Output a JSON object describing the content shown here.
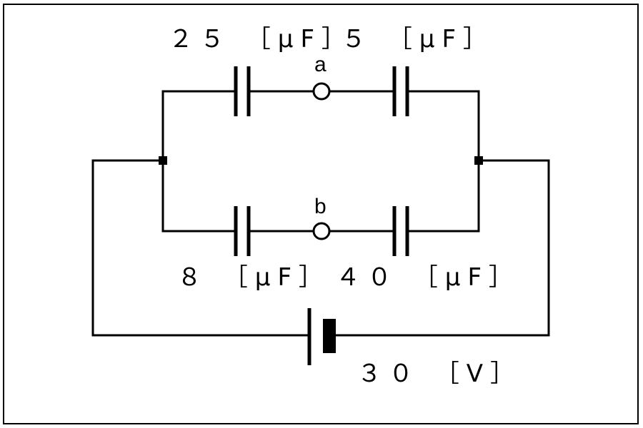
{
  "capacitors": {
    "top_left": "２５ ［μF］",
    "top_right": "５ ［μF］",
    "bottom_left": "８ ［μF］",
    "bottom_right": "４０ ［μF］"
  },
  "terminals": {
    "a": "a",
    "b": "b"
  },
  "battery": {
    "voltage": "３０ ［V］"
  }
}
